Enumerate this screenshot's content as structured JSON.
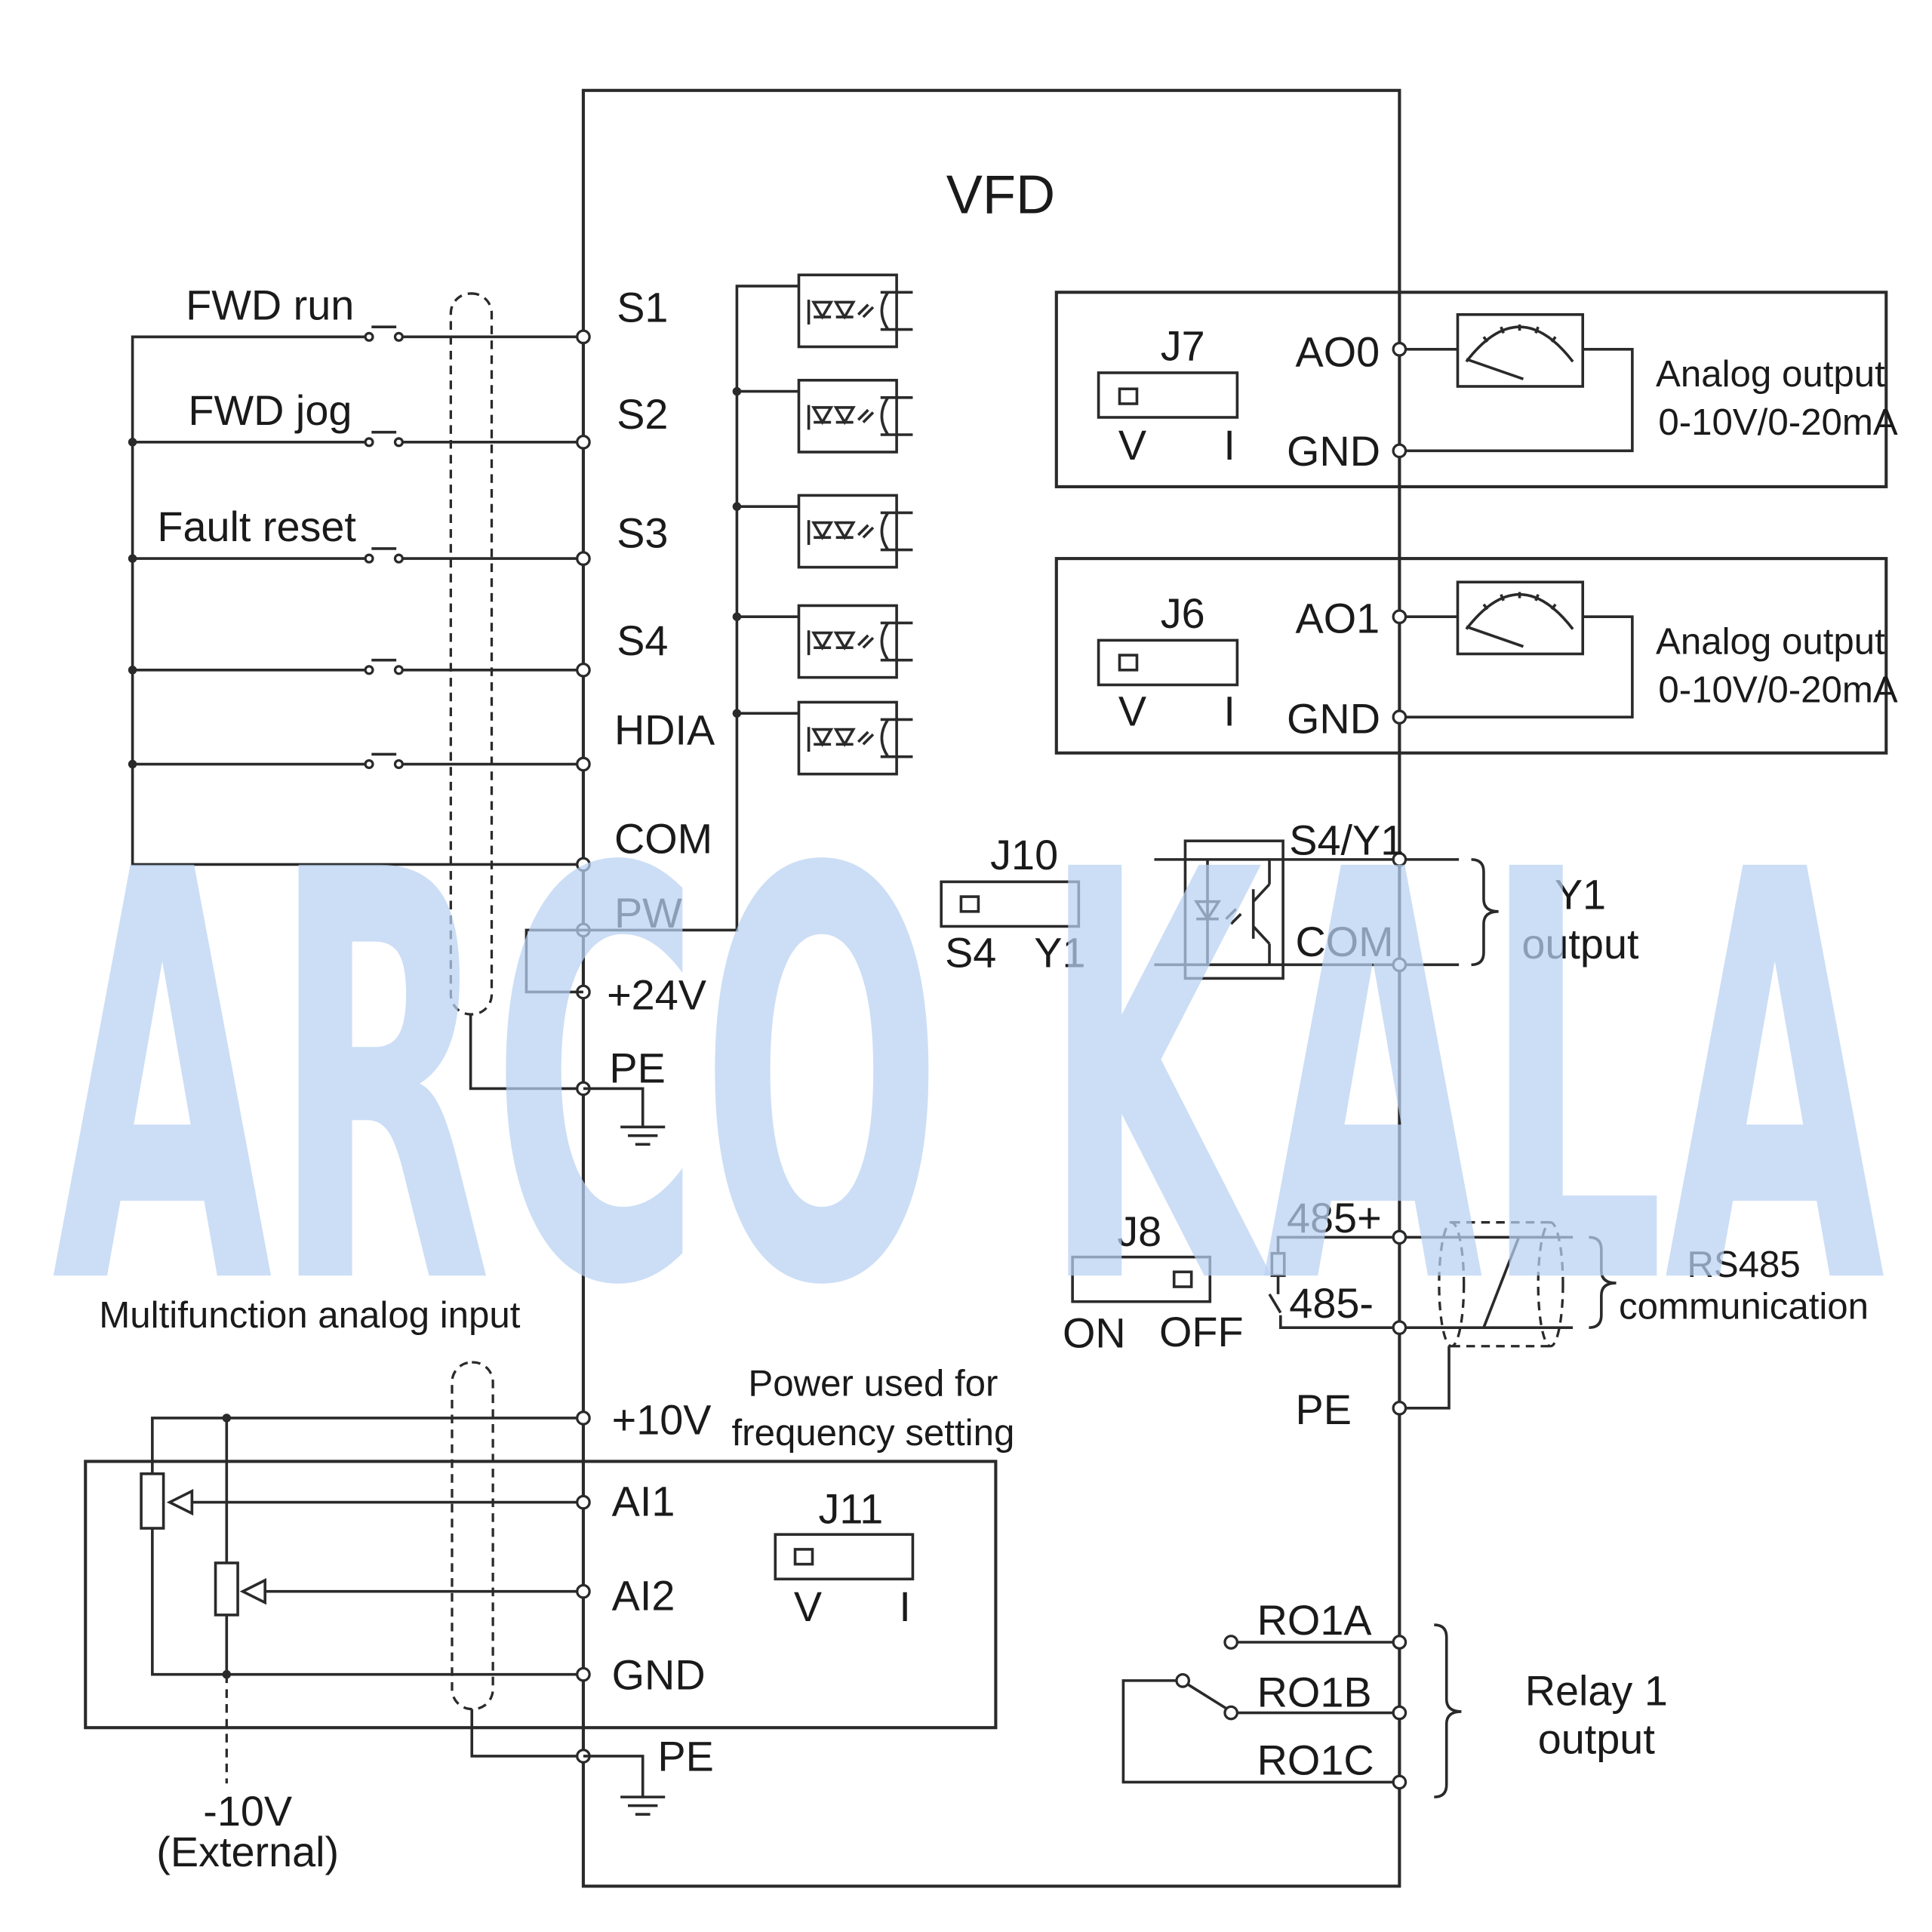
{
  "title": "VFD",
  "inputs": {
    "fwd_run": "FWD run",
    "fwd_jog": "FWD jog",
    "fault_reset": "Fault reset",
    "s1": "S1",
    "s2": "S2",
    "s3": "S3",
    "s4": "S4",
    "hdia": "HDIA",
    "com": "COM",
    "pw": "PW",
    "v24": "+24V",
    "pe": "PE"
  },
  "analog_input": {
    "title": "Multifunction analog input",
    "power_note_line1": "Power used for",
    "power_note_line2": "frequency setting",
    "v10": "+10V",
    "ai1": "AI1",
    "ai2": "AI2",
    "gnd": "GND",
    "pe": "PE",
    "ext_line1": "-10V",
    "ext_line2": "(External)",
    "j11": "J11",
    "j11_left": "V",
    "j11_right": "I"
  },
  "analog_outputs": [
    {
      "jumper": "J7",
      "left": "V",
      "right": "I",
      "terminal": "AO0",
      "gnd": "GND",
      "desc_line1": "Analog output",
      "desc_line2": "0-10V/0-20mA"
    },
    {
      "jumper": "J6",
      "left": "V",
      "right": "I",
      "terminal": "AO1",
      "gnd": "GND",
      "desc_line1": "Analog output",
      "desc_line2": "0-10V/0-20mA"
    }
  ],
  "y1": {
    "jumper": "J10",
    "left": "S4",
    "right": "Y1",
    "terminal": "S4/Y1",
    "com": "COM",
    "desc_line1": "Y1",
    "desc_line2": "output"
  },
  "rs485": {
    "jumper": "J8",
    "on": "ON",
    "off": "OFF",
    "plus": "485+",
    "minus": "485-",
    "pe": "PE",
    "desc_line1": "RS485",
    "desc_line2": "communication"
  },
  "relay": {
    "ro1a": "RO1A",
    "ro1b": "RO1B",
    "ro1c": "RO1C",
    "desc_line1": "Relay 1",
    "desc_line2": "output"
  },
  "watermark": "ARCO KALA",
  "colors": {
    "line": "#2a2a2a",
    "watermark": "#b9d1f2"
  }
}
